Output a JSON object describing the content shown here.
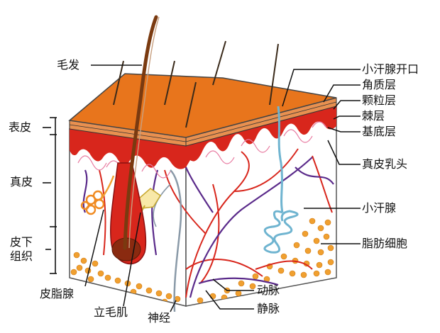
{
  "labels": {
    "hair": "毛发",
    "sweat_pore": "小汗腺开口",
    "stratum_corneum": "角质层",
    "stratum_granulosum": "颗粒层",
    "stratum_spinosum": "棘层",
    "stratum_basale": "基底层",
    "dermal_papilla": "真皮乳头",
    "sweat_gland": "小汗腺",
    "fat_cell": "脂肪细胞",
    "artery": "动脉",
    "vein": "静脉",
    "nerve": "神经",
    "arrector_pili": "立毛肌",
    "sebaceous_gland": "皮脂腺",
    "epidermis": "表皮",
    "dermis": "真皮",
    "subcutaneous": "皮下组织"
  },
  "colors": {
    "surface_top": "#e8751c",
    "epidermis_red": "#d8261c",
    "dermis_fill": "#ffffff",
    "fat": "#f0a030",
    "artery": "#d8261c",
    "vein": "#5a2a8a",
    "sweat_gland": "#6fb4d0",
    "hair": "#7a3a10"
  }
}
